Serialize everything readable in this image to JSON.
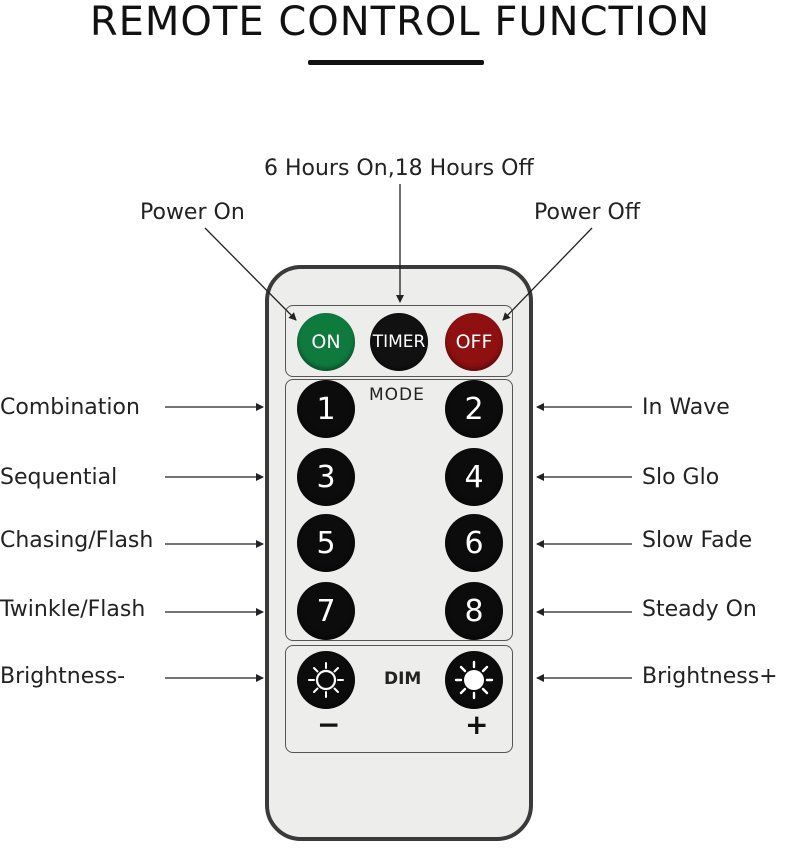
{
  "title": "REMOTE CONTROL FUNCTION",
  "labels": {
    "timer": "6 Hours On,18 Hours Off",
    "power_on": "Power On",
    "power_off": "Power Off",
    "combination": "Combination",
    "in_wave": "In Wave",
    "sequential": "Sequential",
    "slo_glo": "Slo Glo",
    "chasing_flash": "Chasing/Flash",
    "slow_fade": "Slow Fade",
    "twinkle_flash": "Twinkle/Flash",
    "steady_on": "Steady On",
    "brightness_minus": "Brightness-",
    "brightness_plus": "Brightness+"
  },
  "remote": {
    "on": "ON",
    "timer": "TIMER",
    "off": "OFF",
    "mode": "MODE",
    "dim": "DIM",
    "minus": "−",
    "plus": "+",
    "buttons": [
      "1",
      "2",
      "3",
      "4",
      "5",
      "6",
      "7",
      "8"
    ]
  },
  "colors": {
    "on_button": "#0f7a3e",
    "timer_button": "#111111",
    "off_button": "#8e1010"
  }
}
